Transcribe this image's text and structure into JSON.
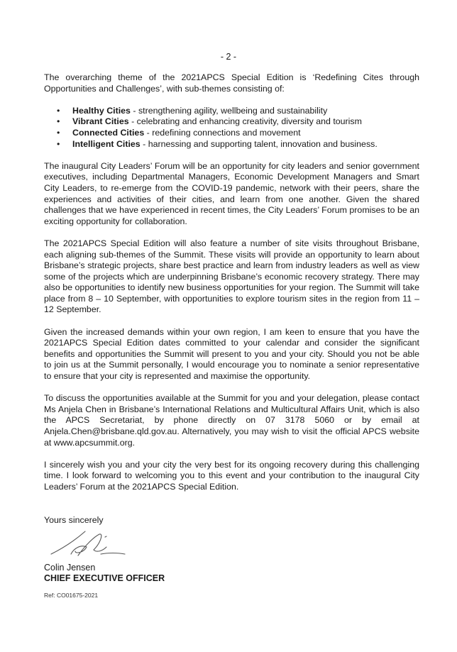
{
  "document": {
    "page_number": "- 2 -",
    "intro": "The overarching theme of the 2021APCS Special Edition is ‘Redefining Cites through Opportunities and Challenges’, with sub-themes consisting of:",
    "themes": [
      {
        "name": "Healthy Cities",
        "desc": " - strengthening agility, wellbeing and sustainability"
      },
      {
        "name": "Vibrant Cities",
        "desc": " - celebrating and enhancing creativity, diversity and tourism"
      },
      {
        "name": "Connected Cities",
        "desc": " - redefining connections and movement"
      },
      {
        "name": "Intelligent Cities",
        "desc": " - harnessing and supporting talent, innovation and business."
      }
    ],
    "paragraphs": [
      "The inaugural City Leaders’ Forum will be an opportunity for city leaders and senior government executives, including Departmental Managers, Economic Development Managers and Smart City Leaders, to re-emerge from the COVID-19 pandemic, network with their peers, share the experiences and activities of their cities, and learn from one another. Given the shared challenges that we have experienced in recent times, the City Leaders’ Forum promises to be an exciting opportunity for collaboration.",
      "The 2021APCS Special Edition will also feature a number of site visits throughout Brisbane, each aligning sub-themes of the Summit. These visits will provide an opportunity to learn about Brisbane’s strategic projects, share best practice and learn from industry leaders as well as view some of the projects which are underpinning Brisbane’s economic recovery strategy. There may also be opportunities to identify new business opportunities for your region. The Summit will take place from 8 – 10 September, with opportunities to explore tourism sites in the region from 11 – 12 September.",
      "Given the increased demands within your own region, I am keen to ensure that you have the 2021APCS Special Edition dates committed to your calendar and consider the significant benefits and opportunities the Summit will present to you and your city. Should you not be able to join us at the Summit personally, I would encourage you to nominate a senior representative to ensure that your city is represented and maximise the opportunity.",
      "To discuss the opportunities available at the Summit for you and your delegation, please contact Ms Anjela Chen in Brisbane’s International Relations and Multicultural Affairs Unit, which is also the APCS Secretariat, by phone directly on 07 3178 5060 or by email at Anjela.Chen@brisbane.qld.gov.au. Alternatively, you may wish to visit the official APCS website at www.apcsummit.org.",
      "I sincerely wish you and your city the very best for its ongoing recovery during this challenging time. I look forward to welcoming you to this event and your contribution to the inaugural City Leaders’ Forum at the 2021APCS Special Edition."
    ],
    "closing": "Yours sincerely",
    "signatory": {
      "name": "Colin Jensen",
      "title": "CHIEF EXECUTIVE OFFICER"
    },
    "reference": "Ref: CO01675-2021"
  }
}
